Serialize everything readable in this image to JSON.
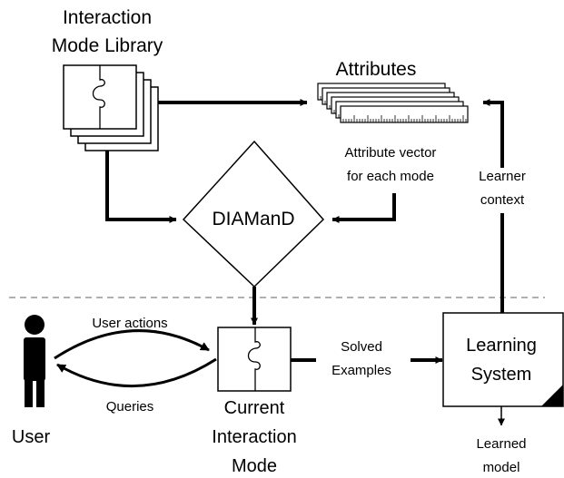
{
  "library": {
    "title_line1": "Interaction",
    "title_line2": "Mode Library"
  },
  "attributes": {
    "title": "Attributes"
  },
  "attribute_vector": {
    "line1": "Attribute vector",
    "line2": "for each mode"
  },
  "learner_context": {
    "line1": "Learner",
    "line2": "context"
  },
  "diamond": {
    "label": "DIAManD"
  },
  "user_actions": {
    "label": "User actions"
  },
  "queries": {
    "label": "Queries"
  },
  "user": {
    "label": "User"
  },
  "current_mode": {
    "line1": "Current",
    "line2": "Interaction",
    "line3": "Mode"
  },
  "solved_examples": {
    "line1": "Solved",
    "line2": "Examples"
  },
  "learning_system": {
    "line1": "Learning",
    "line2": "System"
  },
  "learned_model": {
    "line1": "Learned",
    "line2": "model"
  },
  "colors": {
    "stroke": "#000000",
    "divider": "#808080",
    "background": "#ffffff"
  }
}
